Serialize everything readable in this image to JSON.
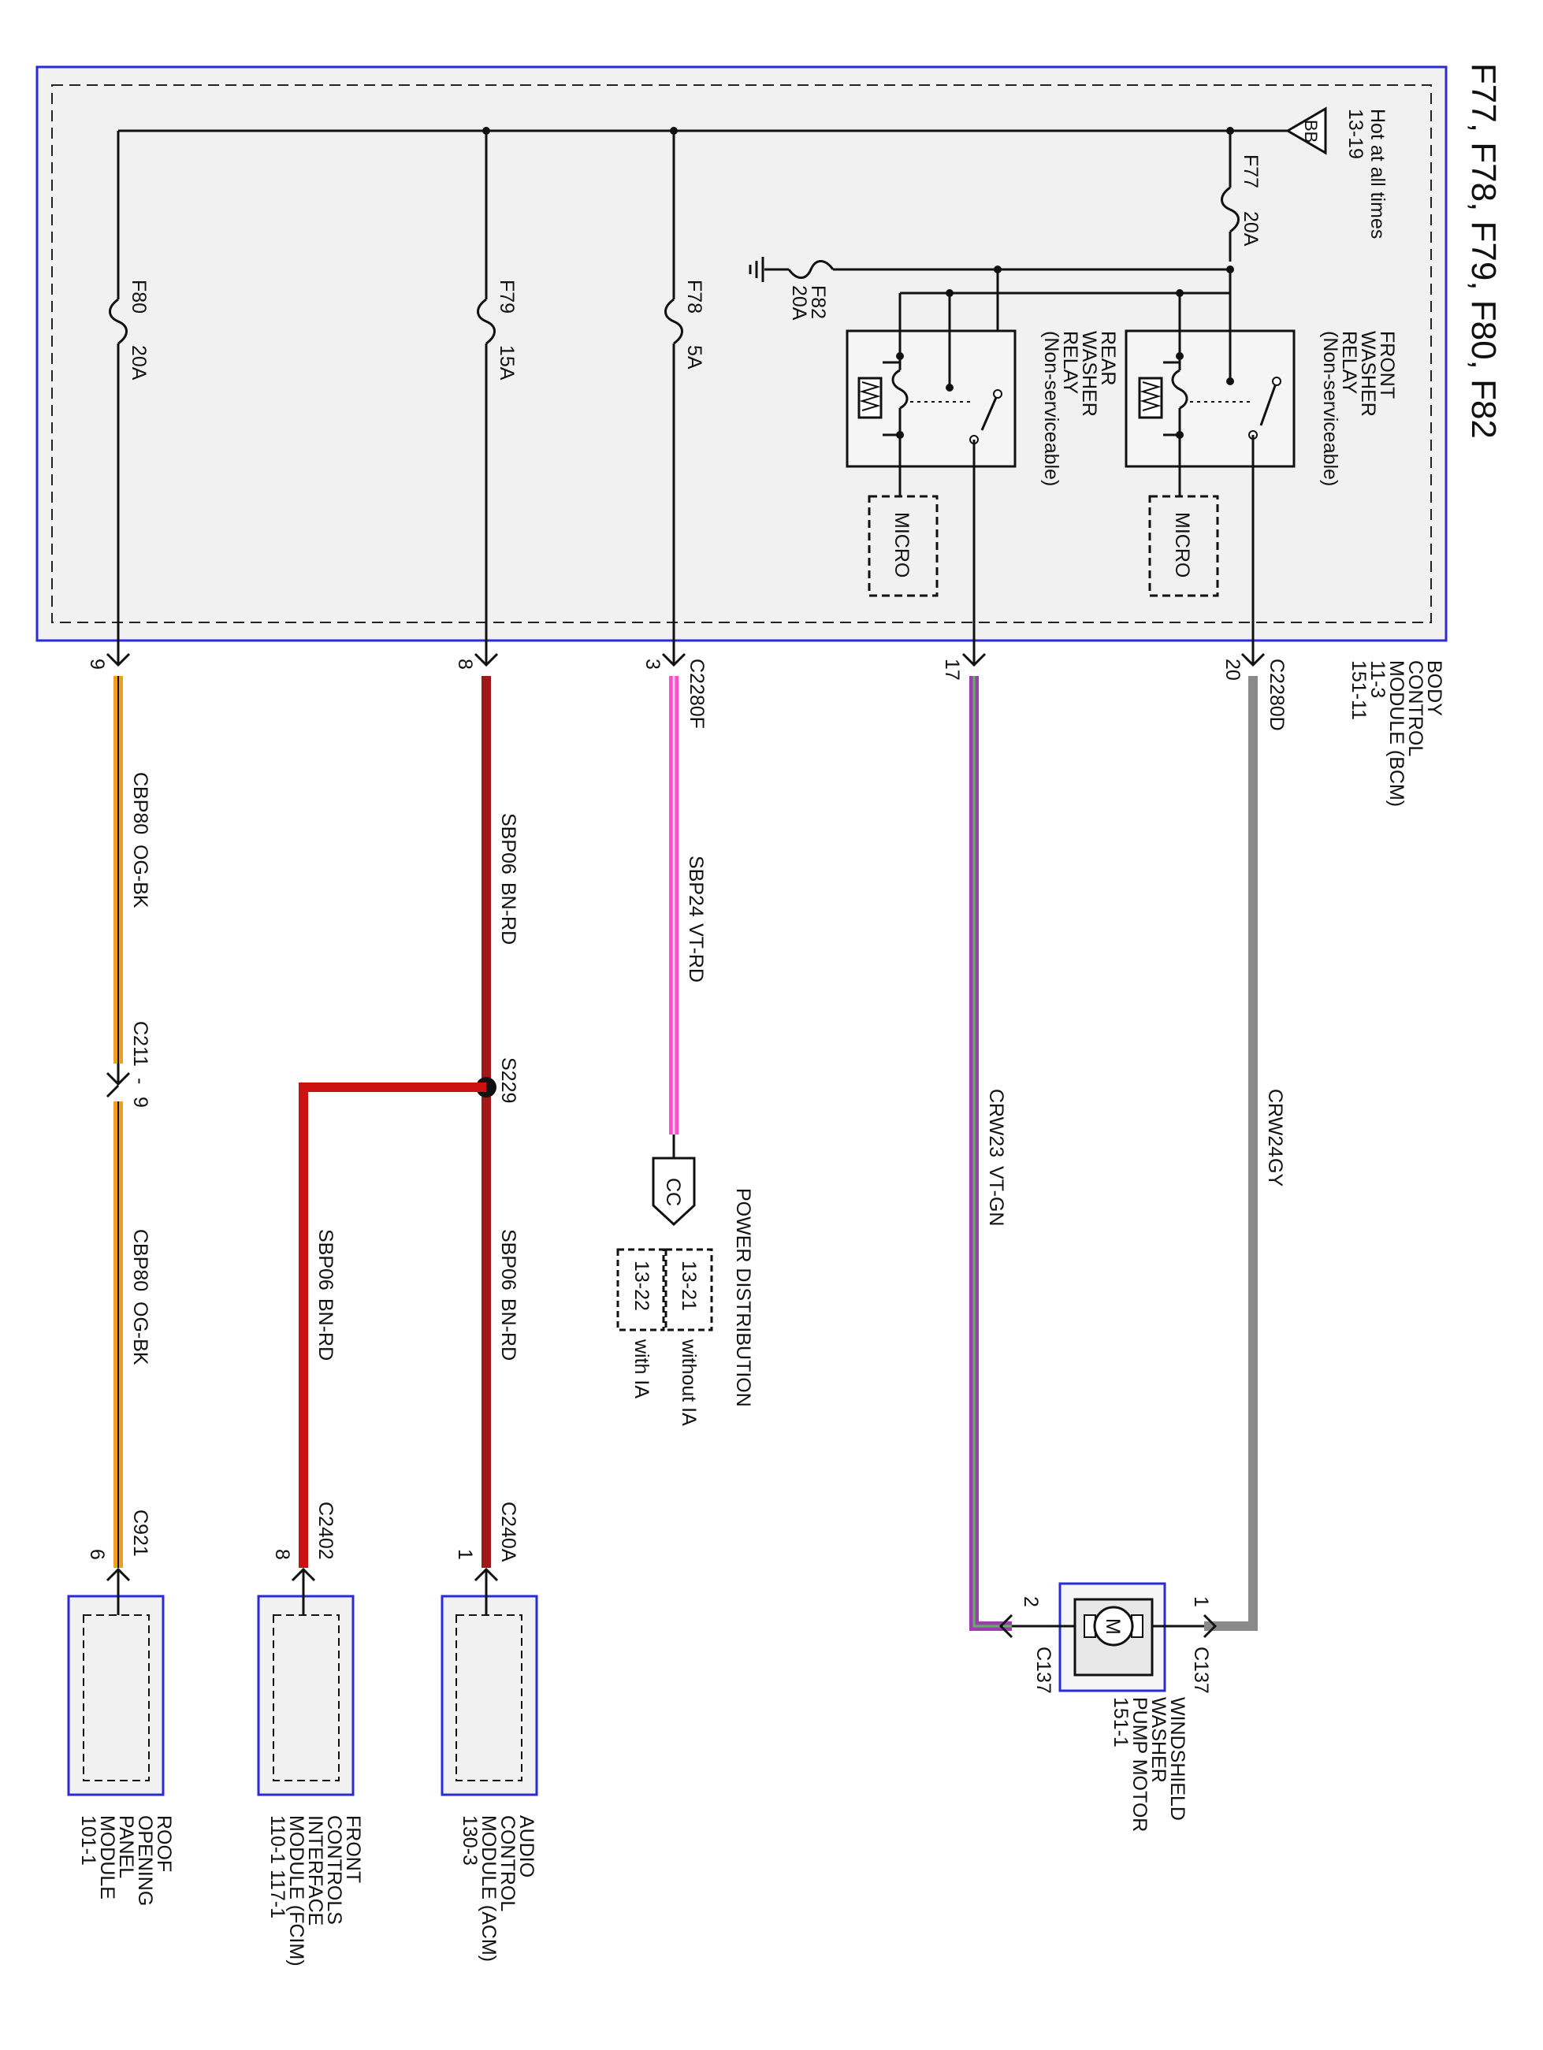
{
  "title": "F77, F78, F79, F80, F82",
  "power_source": {
    "symbol": "BB",
    "label_line1": "Hot at all times",
    "label_line2": "13-19"
  },
  "fuses": {
    "f77": {
      "name": "F77",
      "rating": "20A"
    },
    "f78": {
      "name": "F78",
      "rating": "5A"
    },
    "f79": {
      "name": "F79",
      "rating": "15A"
    },
    "f80": {
      "name": "F80",
      "rating": "20A"
    },
    "f82": {
      "name": "F82",
      "rating": "20A"
    }
  },
  "relays": {
    "front": {
      "line1": "FRONT",
      "line2": "WASHER",
      "line3": "RELAY",
      "line4": "(Non-serviceable)",
      "micro": "MICRO"
    },
    "rear": {
      "line1": "REAR",
      "line2": "WASHER",
      "line3": "RELAY",
      "line4": "(Non-serviceable)",
      "micro": "MICRO"
    }
  },
  "bcm": {
    "line1": "BODY",
    "line2": "CONTROL",
    "line3": "MODULE (BCM)",
    "line4": "11-3",
    "line5": "151-11"
  },
  "connectors": {
    "c2280d": "C2280D",
    "c2280f": "C2280F",
    "pin20": "20",
    "pin17": "17",
    "pin3": "3",
    "pin8": "8",
    "pin9": "9",
    "c211": "C211",
    "c211_dash": "-",
    "c211_pin": "9",
    "s229": "S229",
    "c137": "C137",
    "c137_pin1": "1",
    "c137_pin2": "2",
    "c240a": "C240A",
    "c240a_pin": "1",
    "c2402": "C2402",
    "c2402_pin": "8",
    "c921": "C921",
    "c921_pin": "6"
  },
  "wires": {
    "crw24": {
      "circuit": "CRW24",
      "color": "GY"
    },
    "crw23": {
      "circuit": "CRW23",
      "color": "VT-GN"
    },
    "sbp24": {
      "circuit": "SBP24",
      "color": "VT-RD"
    },
    "sbp06_a": {
      "circuit": "SBP06",
      "color": "BN-RD"
    },
    "sbp06_b": {
      "circuit": "SBP06",
      "color": "BN-RD"
    },
    "sbp06_c": {
      "circuit": "SBP06",
      "color": "BN-RD"
    },
    "cbp80_a": {
      "circuit": "CBP80",
      "color": "OG-BK"
    },
    "cbp80_b": {
      "circuit": "CBP80",
      "color": "OG-BK"
    }
  },
  "power_distribution": {
    "title": "POWER DISTRIBUTION",
    "symbol": "CC",
    "ref1": "13-21",
    "cond1": "without IA",
    "ref2": "13-22",
    "cond2": "with IA"
  },
  "motor": {
    "symbol": "M",
    "line1": "WINDSHIELD",
    "line2": "WASHER",
    "line3": "PUMP MOTOR",
    "line4": "151-1"
  },
  "modules": {
    "acm": {
      "line1": "AUDIO",
      "line2": "CONTROL",
      "line3": "MODULE (ACM)",
      "line4": "130-3"
    },
    "fcim": {
      "line1": "FRONT",
      "line2": "CONTROLS",
      "line3": "INTERFACE",
      "line4": "MODULE (FCIM)",
      "line5": "110-1    117-1"
    },
    "roof": {
      "line1": "ROOF",
      "line2": "OPENING",
      "line3": "PANEL",
      "line4": "MODULE",
      "line5": "101-1"
    }
  },
  "colors": {
    "frame_blue": "#2b2bd6",
    "gray_wire": "#8a8a8a",
    "violet_green_wire": "#9b3fb0",
    "pink_wire": "#ff4fc8",
    "brown_red_wire": "#9e1a1a",
    "red_wire": "#cc1111",
    "orange_wire": "#f0a020"
  }
}
